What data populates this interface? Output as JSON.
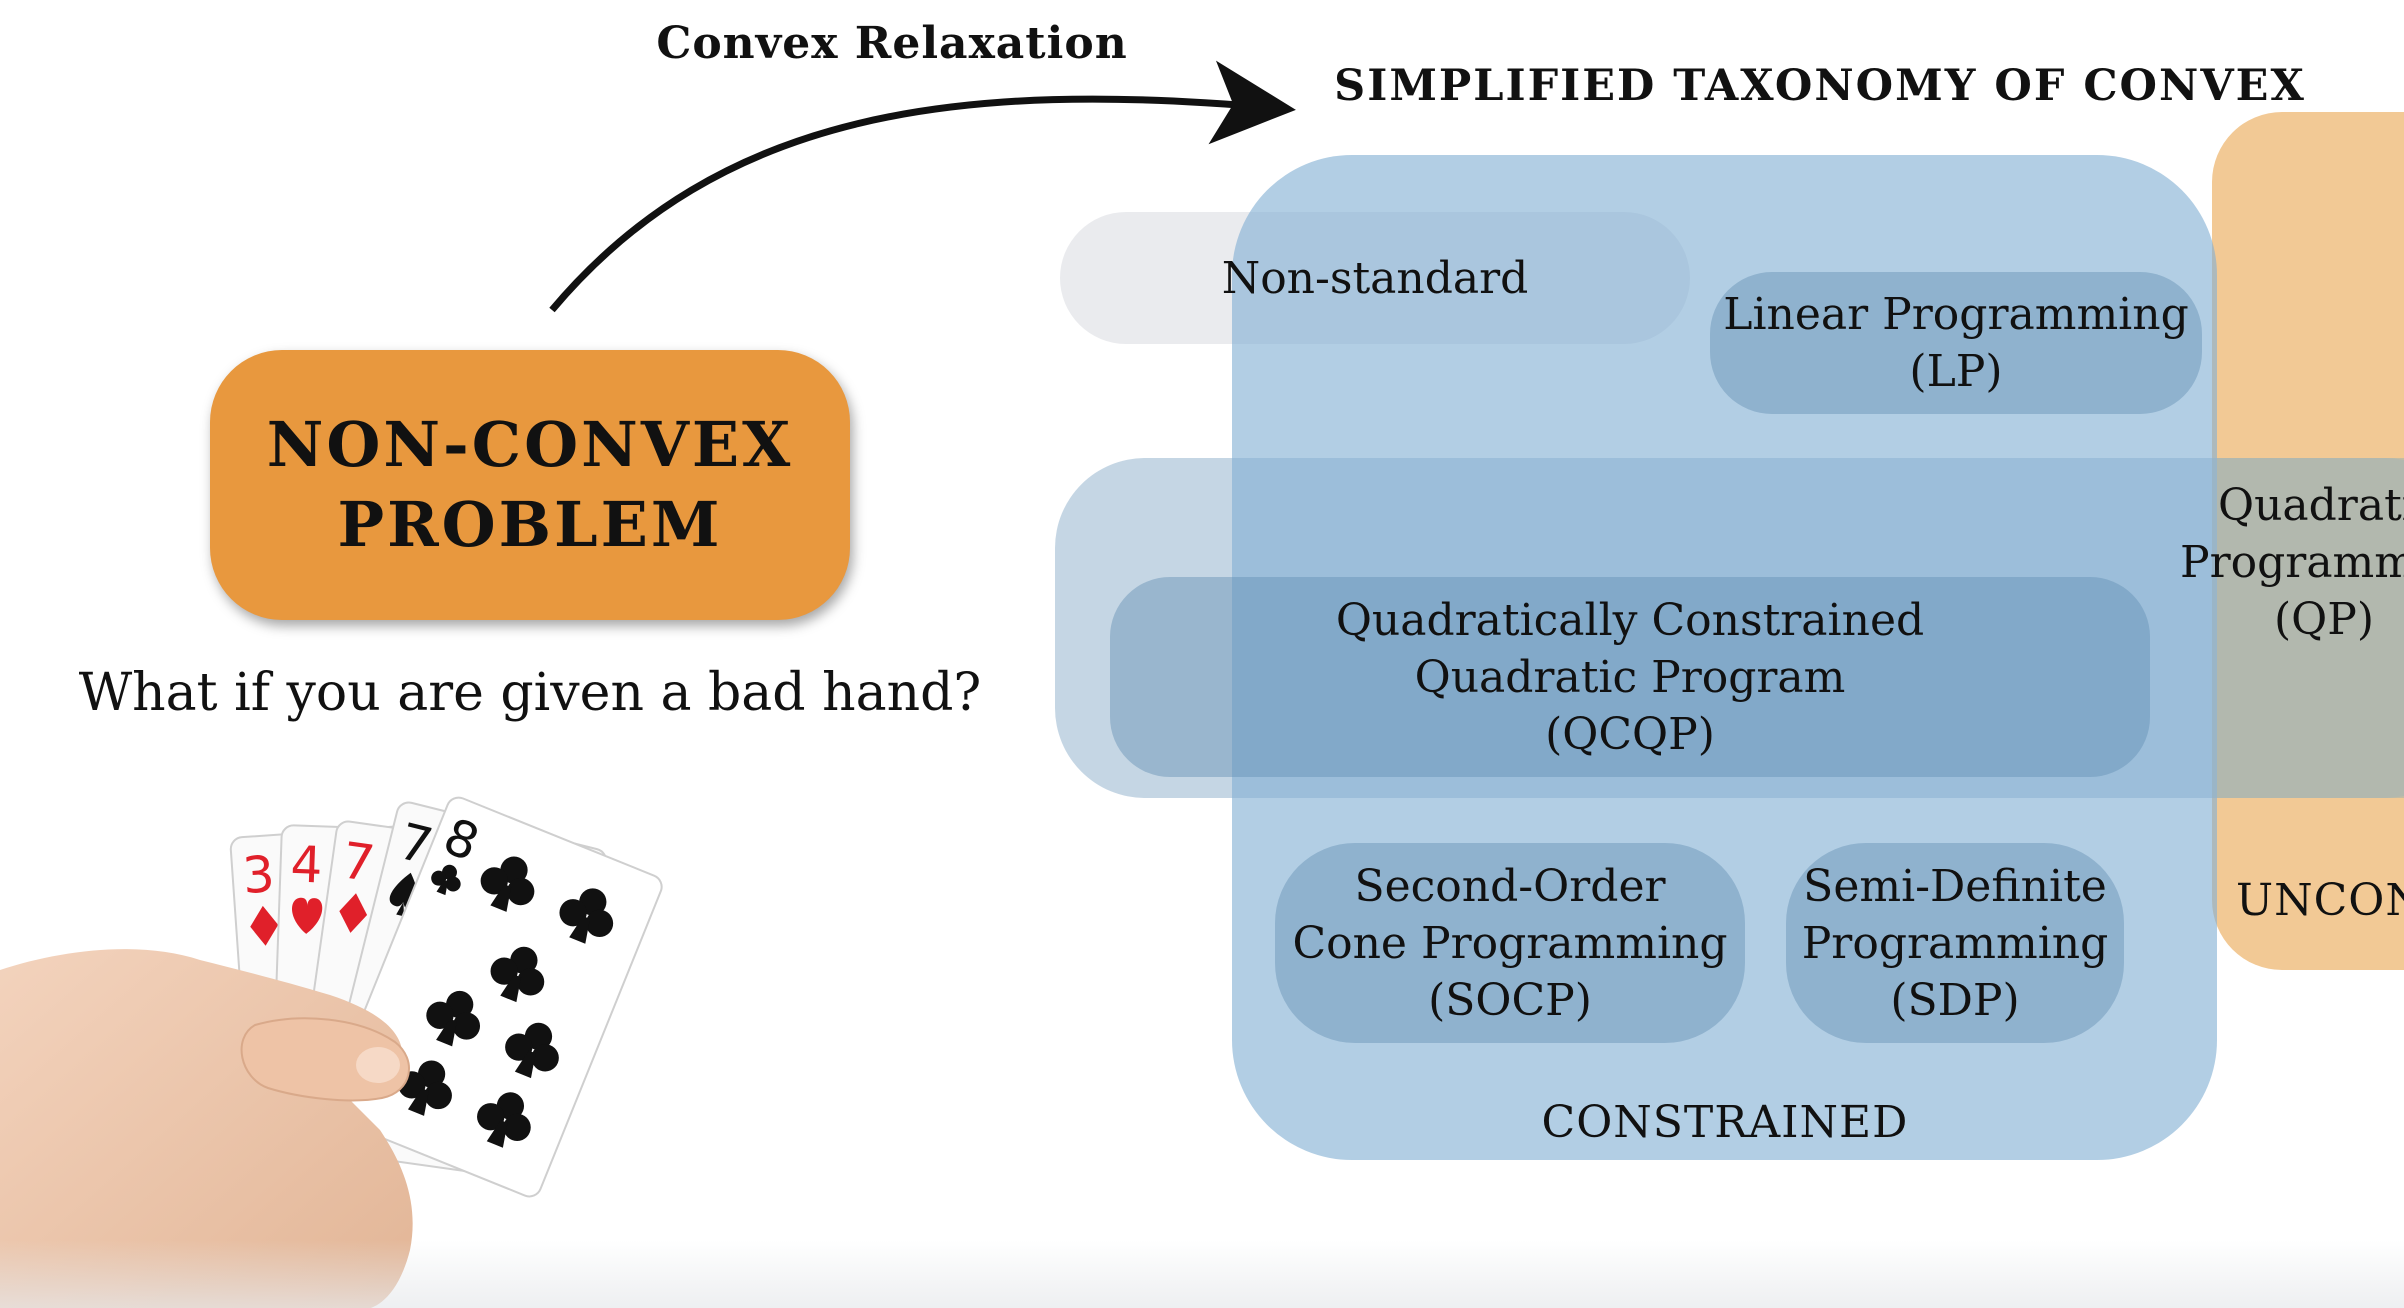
{
  "arrow": {
    "label": "Convex Relaxation"
  },
  "taxonomy": {
    "title": "SIMPLIFIED TAXONOMY OF CONVEX",
    "nonstandard": "Non-standard",
    "lp": {
      "line1": "Linear Programming",
      "line2": "(LP)"
    },
    "qcqp": {
      "line1": "Quadratically Constrained",
      "line2": "Quadratic Program",
      "line3": "(QCQP)"
    },
    "socp": {
      "line1": "Second-Order",
      "line2": "Cone Programming",
      "line3": "(SOCP)"
    },
    "sdp": {
      "line1": "Semi-Definite",
      "line2": "Programming",
      "line3": "(SDP)"
    },
    "qp": {
      "line1": "Quadrati",
      "line2": "Programm",
      "line3": "(QP)"
    },
    "constrained": "CONSTRAINED",
    "unconstrained": "UNCON"
  },
  "problem": {
    "line1": "NON-CONVEX",
    "line2": "PROBLEM",
    "question": "What if you are given a bad hand?"
  },
  "hand": {
    "cards": [
      {
        "rank": "3",
        "suit": "diamond",
        "color": "#e0202a"
      },
      {
        "rank": "4",
        "suit": "heart",
        "color": "#e0202a"
      },
      {
        "rank": "7",
        "suit": "diamond",
        "color": "#e0202a"
      },
      {
        "rank": "7",
        "suit": "spade",
        "color": "#111111"
      },
      {
        "rank": "8",
        "suit": "club",
        "color": "#111111"
      }
    ]
  },
  "colors": {
    "problem_box": "#e8983e",
    "constrained_region": "#82b0d4",
    "unconstrained_region": "#f0c082"
  }
}
